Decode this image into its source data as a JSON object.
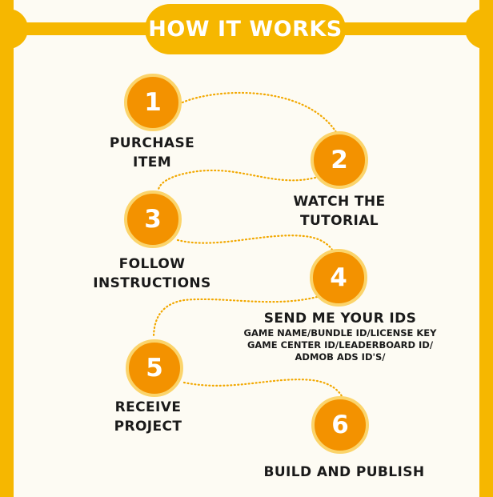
{
  "title": "HOW IT WORKS",
  "steps": [
    {
      "number": "1",
      "label_lines": [
        "PURCHASE",
        "ITEM"
      ]
    },
    {
      "number": "2",
      "label_lines": [
        "WATCH THE",
        "TUTORIAL"
      ]
    },
    {
      "number": "3",
      "label_lines": [
        "FOLLOW",
        "INSTRUCTIONS"
      ]
    },
    {
      "number": "4",
      "label_lines": [
        "SEND ME YOUR IDS"
      ],
      "detail_lines": [
        "GAME NAME/BUNDLE ID/LICENSE KEY",
        "GAME CENTER ID/LEADERBOARD ID/",
        "ADMOB ADS ID'S/"
      ]
    },
    {
      "number": "5",
      "label_lines": [
        "RECEIVE",
        "PROJECT"
      ]
    },
    {
      "number": "6",
      "label_lines": [
        "BUILD AND PUBLISH"
      ]
    }
  ],
  "colors": {
    "frame": "#f6b700",
    "circle_fill": "#f39200",
    "circle_ring": "#fbd46b",
    "connector": "#f2a800",
    "text": "#1a1a1a",
    "background": "#fdfbf3"
  }
}
